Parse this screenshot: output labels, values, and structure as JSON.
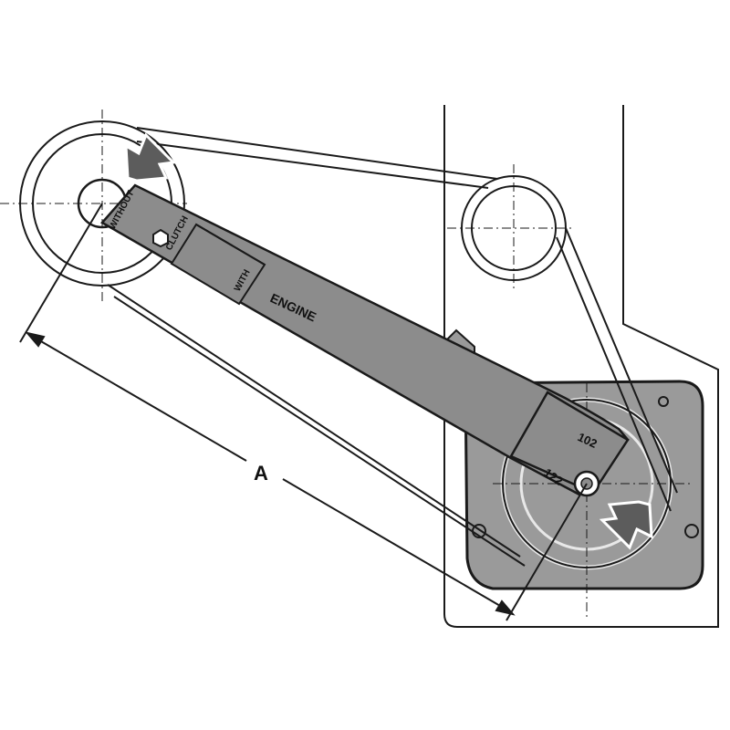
{
  "labels": {
    "without": "WITHOUT",
    "clutch": "CLUTCH",
    "with": "WITH",
    "engine": "ENGINE",
    "dim_a": "A",
    "size_102": "102",
    "size_122": "122"
  },
  "colors": {
    "line": "#1a1a1a",
    "tool_fill": "#8c8c8c",
    "housing_fill": "#9a9a9a",
    "arrow_fill": "#5c5c5c"
  },
  "icons": {
    "upper_arrow": "arrow-down-right-icon",
    "lower_arrow": "arrow-up-left-icon"
  }
}
